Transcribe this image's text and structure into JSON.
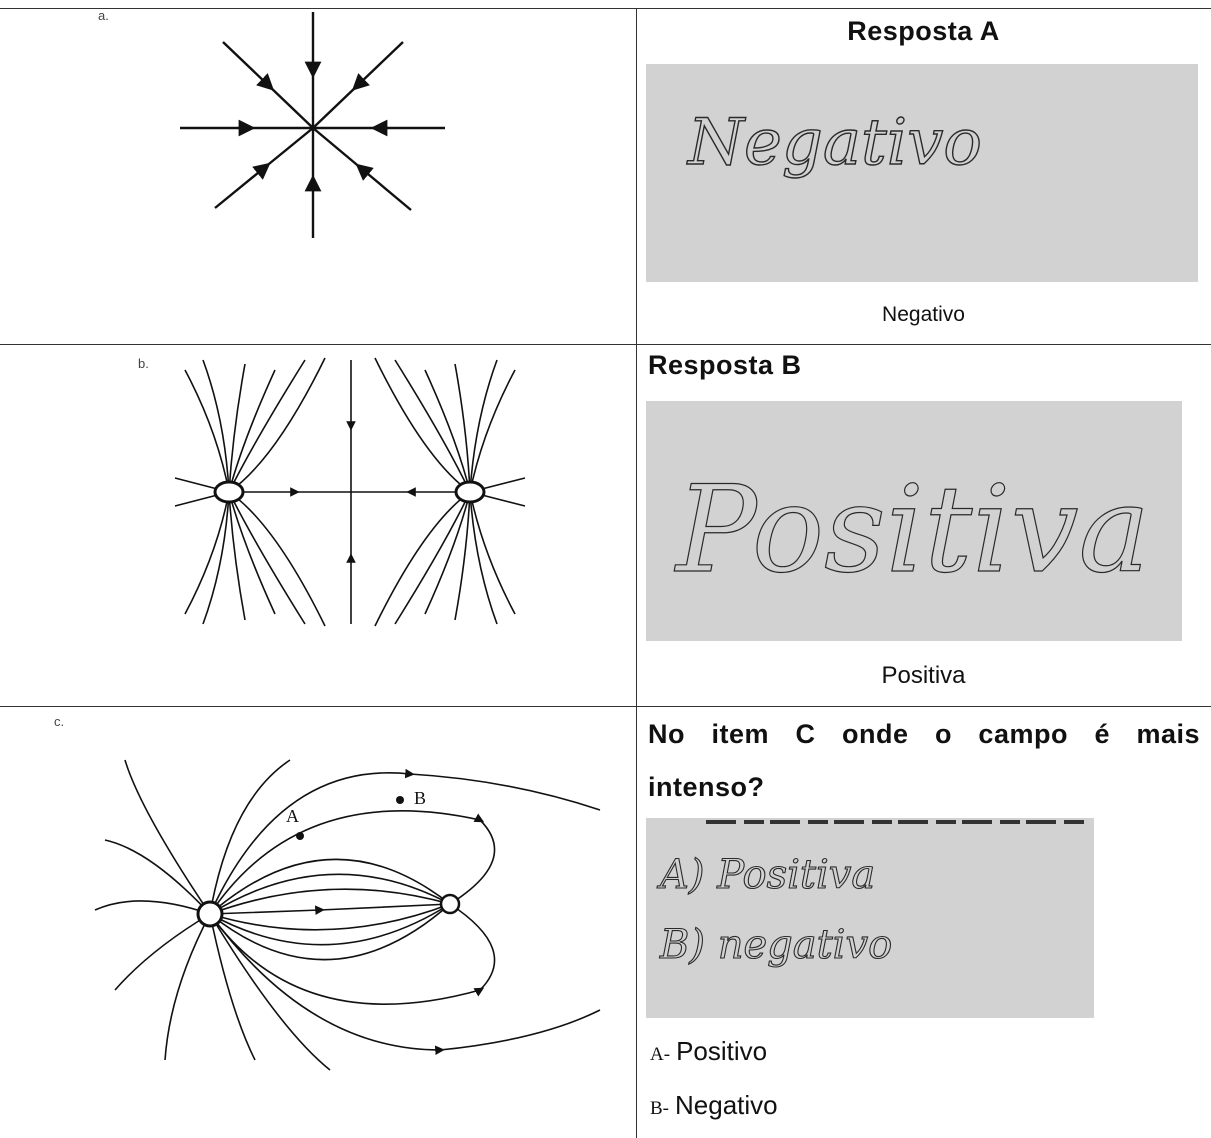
{
  "rows": [
    {
      "figure_letter": "a.",
      "heading": "Resposta  A",
      "handwriting": "Negativo",
      "caption": "Negativo"
    },
    {
      "figure_letter": "b.",
      "heading": "Resposta B",
      "handwriting": "Positiva",
      "caption": "Positiva"
    },
    {
      "figure_letter": "c.",
      "heading_line1": "No  item  C  onde  o  campo  é  mais",
      "heading_line2": "intenso?",
      "point_labels": [
        "A",
        "B"
      ],
      "handwriting_lines": [
        "A) Positiva",
        "B) negativo"
      ],
      "options": [
        {
          "marker": "A-",
          "text": "Positivo"
        },
        {
          "marker": "B-",
          "text": "Negativo"
        }
      ]
    }
  ],
  "colors": {
    "scan_background": "#d2d2d2",
    "ink": "#2a2a2a",
    "rule": "#333333"
  }
}
